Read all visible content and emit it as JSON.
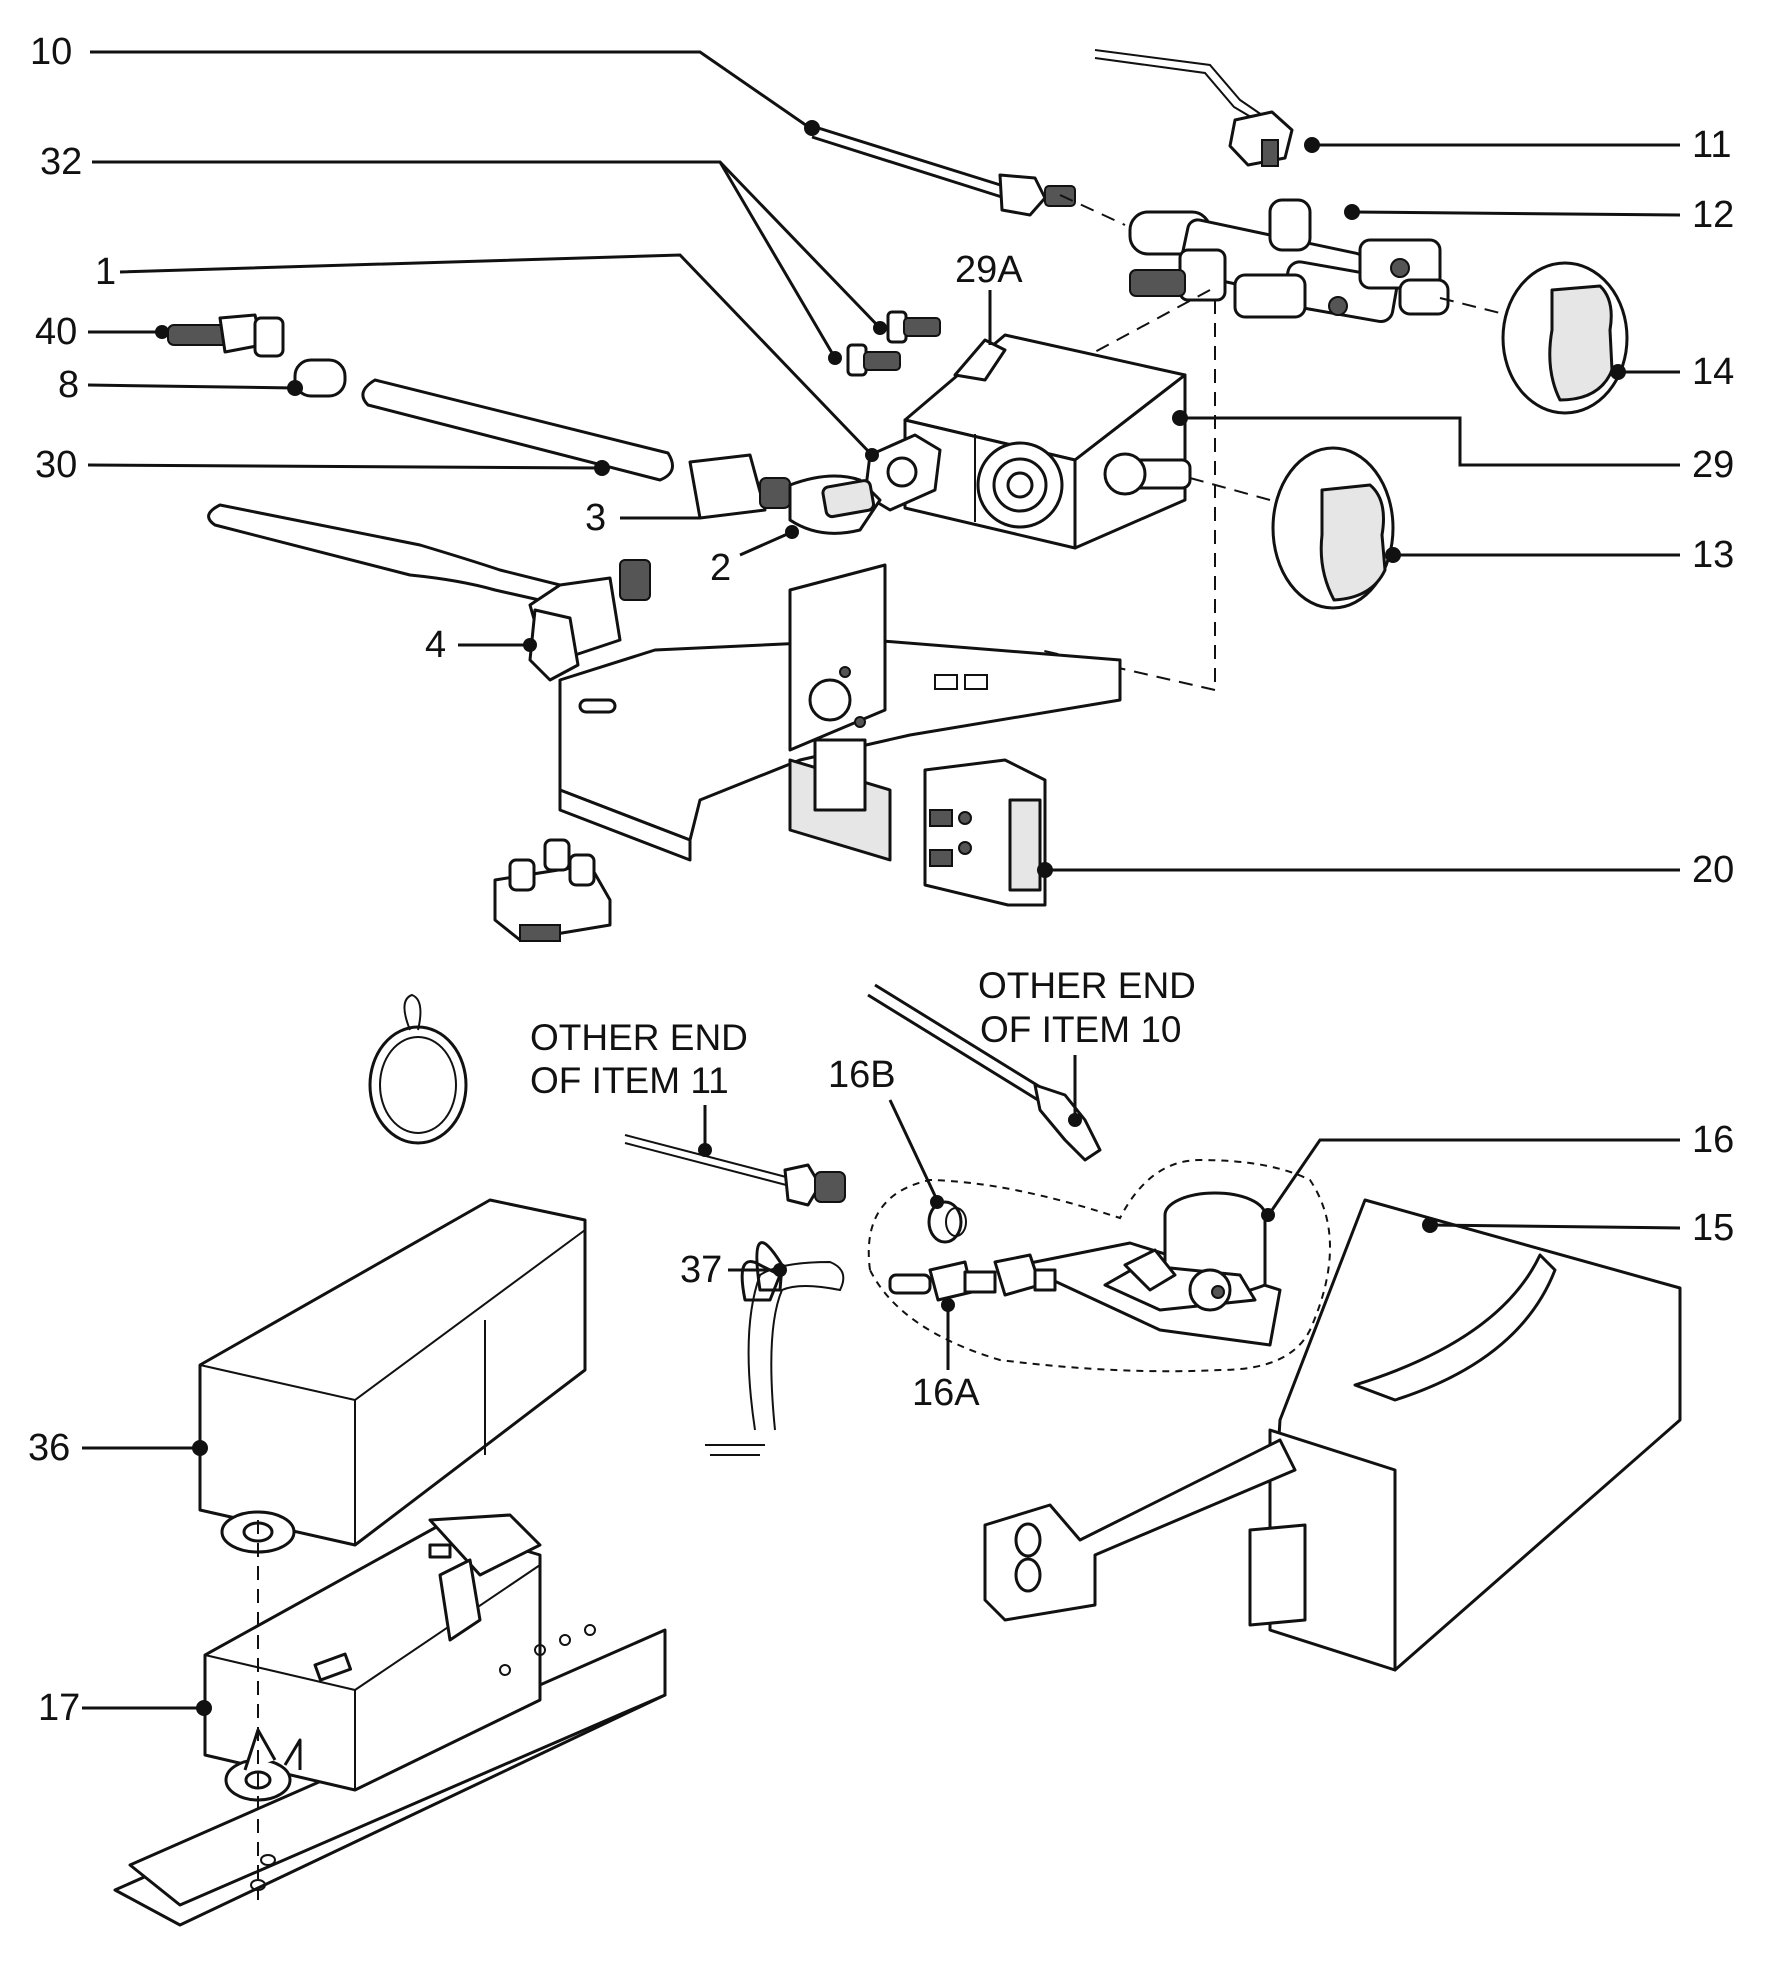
{
  "diagram": {
    "callouts": {
      "c10": "10",
      "c32": "32",
      "c1": "1",
      "c40": "40",
      "c8": "8",
      "c30": "30",
      "c3": "3",
      "c2": "2",
      "c4": "4",
      "c29a": "29A",
      "c11": "11",
      "c12": "12",
      "c14": "14",
      "c29": "29",
      "c13": "13",
      "c20": "20",
      "c16b": "16B",
      "c16": "16",
      "c15": "15",
      "c37": "37",
      "c16a": "16A",
      "c36": "36",
      "c17": "17"
    },
    "notes": {
      "item10_line1": "OTHER END",
      "item10_line2": "OF ITEM 10",
      "item11_line1": "OTHER END",
      "item11_line2": "OF ITEM 11"
    }
  }
}
